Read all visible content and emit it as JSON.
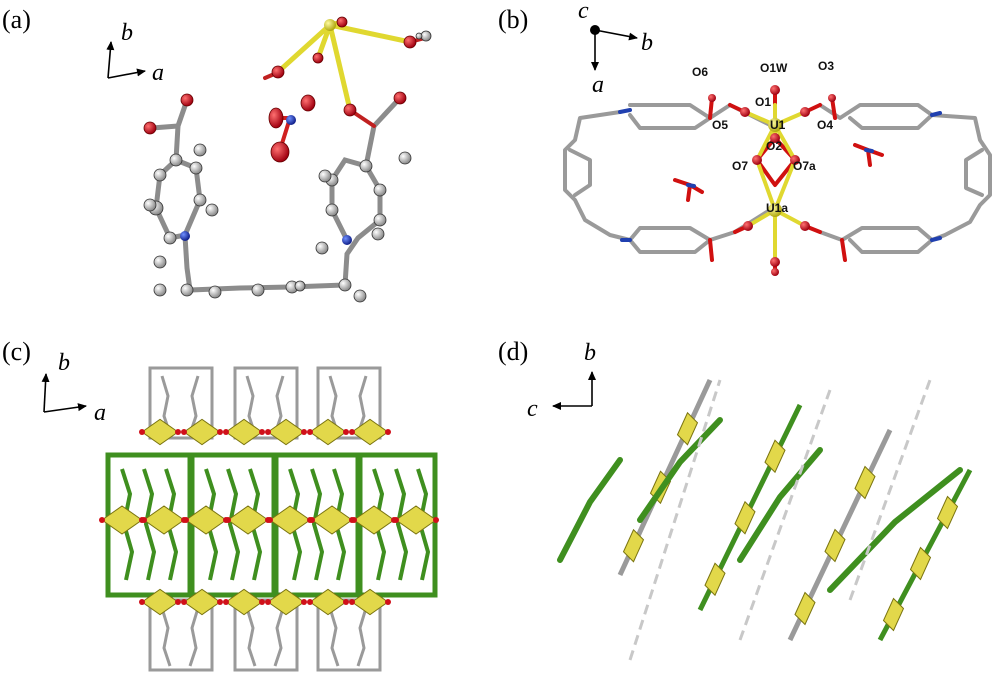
{
  "panels": {
    "a": {
      "label": "(a)",
      "axes": {
        "x": "a",
        "y": "b"
      }
    },
    "b": {
      "label": "(b)",
      "axes": {
        "c": "c",
        "b": "b",
        "a": "a"
      },
      "atom_labels": [
        "O6",
        "O1W",
        "O3",
        "O1",
        "O5",
        "U1",
        "O4",
        "O2",
        "O7",
        "O7a",
        "U1a"
      ]
    },
    "c": {
      "label": "(c)",
      "axes": {
        "x": "a",
        "y": "b"
      }
    },
    "d": {
      "label": "(d)",
      "axes": {
        "x": "c",
        "y": "b"
      }
    }
  },
  "colors": {
    "carbon": "#9a9a9a",
    "carbon_green": "#3f8f1f",
    "oxygen": "#d0101a",
    "nitrogen": "#1f3fa8",
    "uranium": "#e8e040",
    "polyhedron": "#e2d84a",
    "hydrogen": "#f2f2f2"
  }
}
